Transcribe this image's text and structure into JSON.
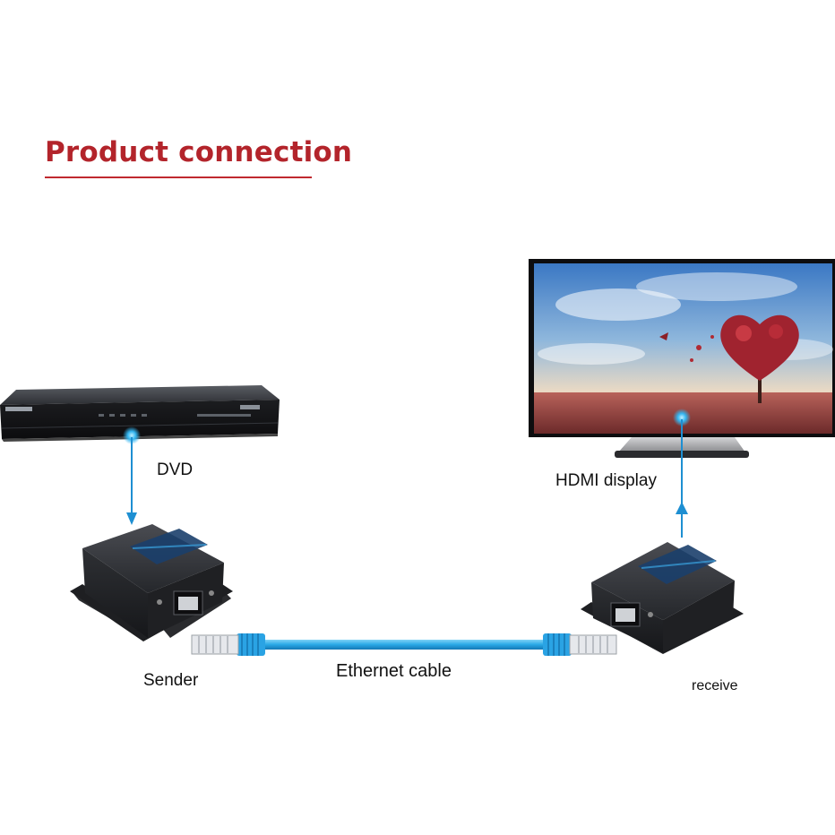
{
  "title": "Product connection",
  "labels": {
    "dvd": "DVD",
    "hdmi_display": "HDMI display",
    "sender": "Sender",
    "receiver": "receive",
    "cable": "Ethernet cable"
  },
  "colors": {
    "title": "#b3242b",
    "accent_blue": "#1e8fd2",
    "cable_blue": "#29a8e6",
    "device_dark": "#2b2d31"
  }
}
